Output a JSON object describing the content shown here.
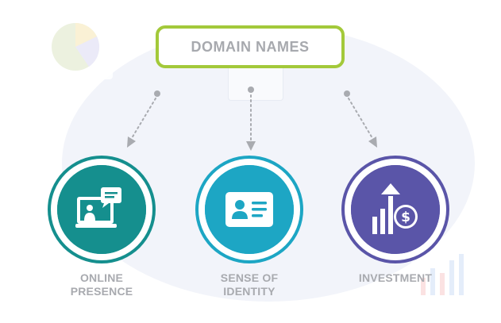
{
  "diagram": {
    "title": "DOMAIN NAMES",
    "nodes": [
      {
        "line1": "ONLINE",
        "line2": "PRESENCE",
        "icon": "online-presence-icon",
        "color": "#158f8e"
      },
      {
        "line1": "SENSE OF",
        "line2": "IDENTITY",
        "icon": "id-card-icon",
        "color": "#1da6c4"
      },
      {
        "line1": "INVESTMENT",
        "line2": "",
        "icon": "investment-growth-icon",
        "color": "#5a55a8"
      }
    ],
    "colors": {
      "title_border": "#a3c93a",
      "label_text": "#a8aaaf",
      "arrow": "#a9abb0"
    }
  }
}
